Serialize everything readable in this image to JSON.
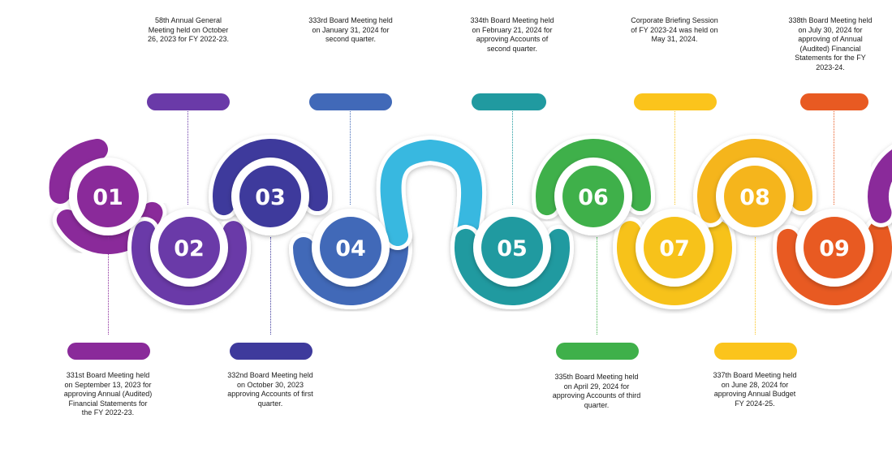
{
  "colors": {
    "c01": "#8a2a9a",
    "c02": "#6a3aa8",
    "c03": "#3e3a9c",
    "c04": "#4169b8",
    "c04_arc": "#38b8e0",
    "c05": "#209aa0",
    "c06": "#3fb04a",
    "c07": "#f7c21a",
    "c08": "#f5b51c",
    "c09": "#e85a22",
    "c10": "#8a2a9a"
  },
  "milestones": [
    {
      "number": "01",
      "color": "#8a2a9a",
      "text": "331st Board Meeting held on September 13, 2023 for approving Annual (Audited) Financial Statements for the FY 2022-23."
    },
    {
      "number": "02",
      "color": "#6a3aa8",
      "text": "58th Annual General Meeting held on October 26, 2023 for FY 2022-23."
    },
    {
      "number": "03",
      "color": "#3e3a9c",
      "text": "332nd Board Meeting held on October 30, 2023 approving Accounts of first quarter."
    },
    {
      "number": "04",
      "color": "#4169b8",
      "text": "333rd Board Meeting held on January 31, 2024 for second quarter."
    },
    {
      "number": "05",
      "color": "#209aa0",
      "text": "334th Board Meeting held on February 21, 2024 for approving Accounts of second quarter."
    },
    {
      "number": "06",
      "color": "#3fb04a",
      "text": "335th Board Meeting held on April 29, 2024 for approving Accounts of third quarter."
    },
    {
      "number": "07",
      "color": "#f7c21a",
      "text": "Corporate Briefing Session of FY 2023-24 was held on May 31, 2024."
    },
    {
      "number": "08",
      "color": "#f5b51c",
      "text": "337th Board Meeting held on June 28, 2024 for approving Annual Budget FY 2024-25."
    },
    {
      "number": "09",
      "color": "#e85a22",
      "text": "338th Board Meeting held on July 30, 2024 for approving of Annual (Audited) Financial Statements for the FY 2023-24."
    }
  ]
}
